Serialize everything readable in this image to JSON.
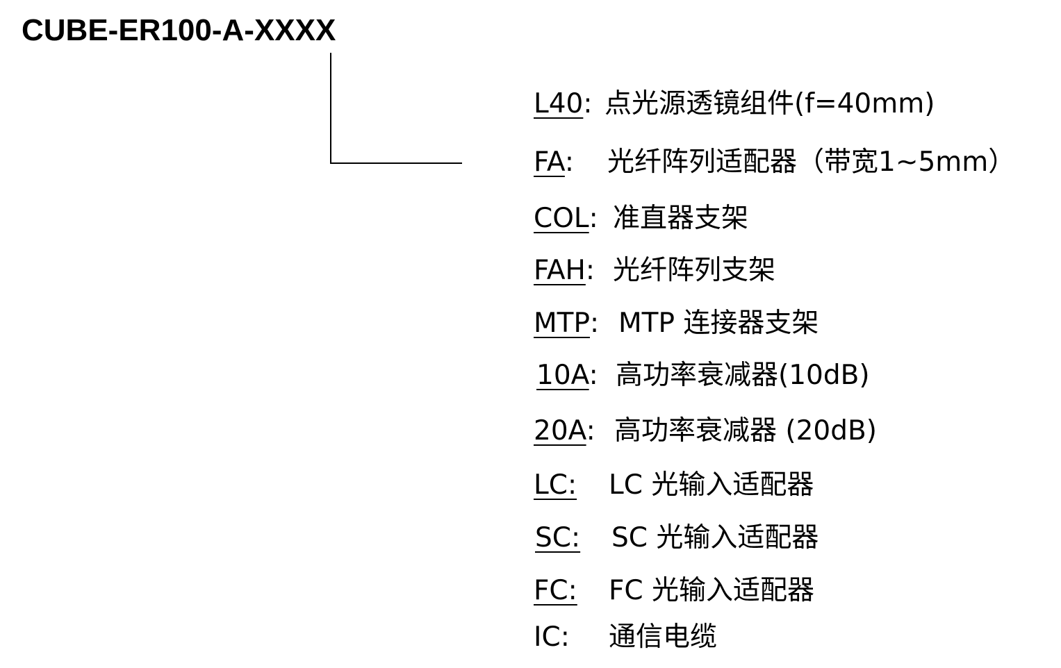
{
  "model_code": "CUBE-ER100-A-XXXX",
  "options": [
    {
      "code": "L40",
      "sep": ":",
      "underlined": true,
      "desc": "点光源透镜组件(f=40mm)"
    },
    {
      "code": "FA",
      "sep": ":",
      "underlined": true,
      "desc": "光纤阵列适配器（带宽1~5mm）"
    },
    {
      "code": "COL",
      "sep": ":",
      "underlined": true,
      "desc": "准直器支架"
    },
    {
      "code": "FAH",
      "sep": ":",
      "underlined": true,
      "desc": "光纤阵列支架"
    },
    {
      "code": "MTP",
      "sep": ":",
      "underlined": true,
      "desc": "MTP 连接器支架"
    },
    {
      "code": "10A",
      "sep": ":",
      "underlined": true,
      "desc": "高功率衰减器(10dB)"
    },
    {
      "code": "20A",
      "sep": ":",
      "underlined": true,
      "desc": "高功率衰减器 (20dB)"
    },
    {
      "code": "LC:",
      "sep": "",
      "underlined": true,
      "desc": "LC 光输入适配器"
    },
    {
      "code": "SC:",
      "sep": "",
      "underlined": true,
      "desc": "SC 光输入适配器"
    },
    {
      "code": "FC:",
      "sep": "",
      "underlined": true,
      "desc": "FC 光输入适配器"
    },
    {
      "code": "IC:",
      "sep": "",
      "underlined": false,
      "desc": "通信电缆"
    }
  ]
}
